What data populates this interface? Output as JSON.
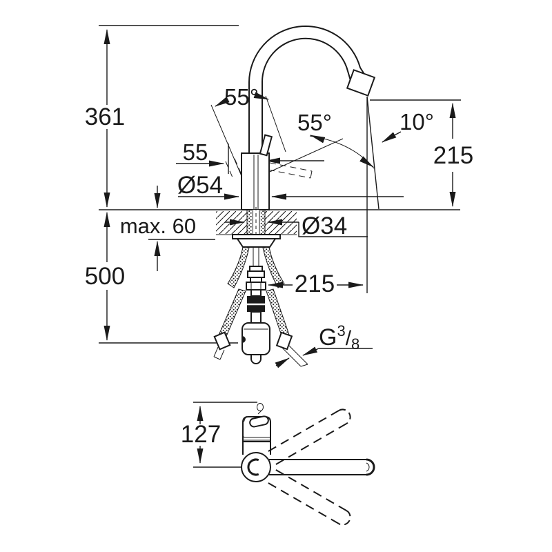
{
  "front_view": {
    "overall_height": "361",
    "below_deck_length": "500",
    "spout_swivel_left": "55°",
    "handle_swivel_right": "55°",
    "outlet_angle": "10°",
    "outlet_height": "215",
    "handle_projection": "55",
    "body_diameter": "Ø54",
    "max_deck_thickness": "max. 60",
    "hole_diameter": "Ø34",
    "spout_reach": "215",
    "thread": {
      "prefix": "G",
      "numerator": "3",
      "separator": "/",
      "denominator": "8"
    }
  },
  "top_view": {
    "handle_to_spout_offset": "127"
  },
  "colors": {
    "line": "#1a1a1a",
    "background": "#ffffff"
  }
}
